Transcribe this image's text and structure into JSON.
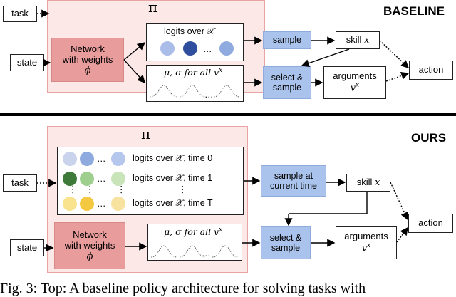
{
  "baseline": {
    "heading": "BASELINE",
    "pi": "π",
    "task": "task",
    "state": "state",
    "network": [
      "Network",
      "with weights",
      "ϕ"
    ],
    "logits": "logits over 𝒳",
    "ellipsis": "…",
    "mu_sigma": "μ, σ for all v",
    "mu_sigma_sup": "x",
    "sample": "sample",
    "skill": "skill ",
    "skill_var": "x",
    "select": [
      "select &",
      "sample"
    ],
    "arguments": "arguments",
    "arguments_var": "v",
    "arguments_sup": "x",
    "action": "action",
    "dot_colors": [
      "#a9bde8",
      "#2f4e9e",
      "#8eaadf"
    ]
  },
  "ours": {
    "heading": "OURS",
    "pi": "π",
    "task": "task",
    "state": "state",
    "network": [
      "Network",
      "with weights",
      "ϕ"
    ],
    "logits_rows": [
      {
        "label": "logits over 𝒳, time 0",
        "colors": [
          "#c9d3ec",
          "#8eaadf",
          "#b5c7ec"
        ]
      },
      {
        "label": "logits over 𝒳, time 1",
        "colors": [
          "#3e7a3a",
          "#9fcf8f",
          "#c8e4b8"
        ]
      },
      {
        "label": "logits over 𝒳, time T",
        "colors": [
          "#f9e38f",
          "#f5c842",
          "#f8e2a0"
        ]
      }
    ],
    "ellipsis": "…",
    "vdots": "⋮",
    "mu_sigma": "μ, σ for all v",
    "mu_sigma_sup": "x",
    "sample_current": [
      "sample at",
      "current time"
    ],
    "skill": "skill ",
    "skill_var": "x",
    "select": [
      "select &",
      "sample"
    ],
    "arguments": "arguments",
    "arguments_var": "v",
    "arguments_sup": "x",
    "action": "action"
  },
  "caption": "Fig. 3: Top: A baseline policy architecture for solving tasks with"
}
